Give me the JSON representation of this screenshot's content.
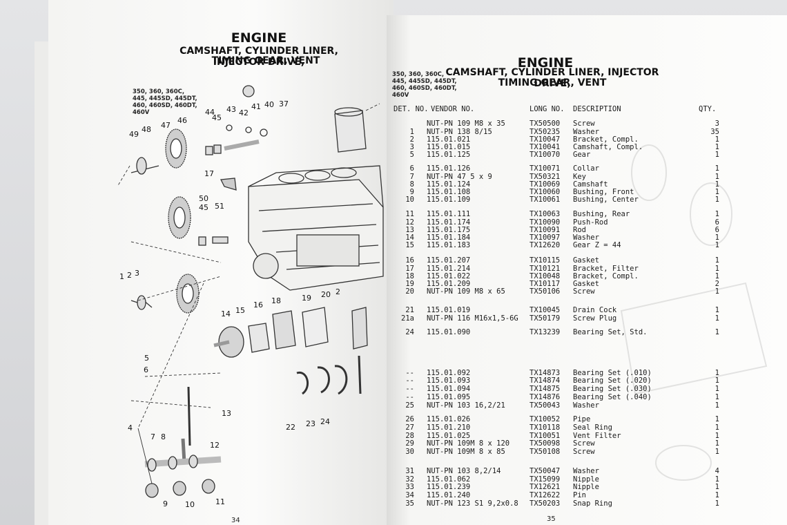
{
  "left_page": {
    "title": "ENGINE",
    "subtitle_1": "CAMSHAFT, CYLINDER LINER, INJECTOR DRIVE,",
    "subtitle_2": "TIMING GEAR, VENT",
    "models": "350, 360, 360C,\n445, 445SD, 445DT,\n460, 460SD, 460DT,\n460V",
    "page_number": "34",
    "callouts": [
      "49",
      "48",
      "47",
      "46",
      "44",
      "45",
      "43",
      "42",
      "41",
      "40",
      "37",
      "17",
      "50",
      "45",
      "51",
      "1",
      "2",
      "3",
      "19",
      "20",
      "2",
      "18",
      "16",
      "15",
      "14",
      "5",
      "6",
      "13",
      "4",
      "7",
      "8",
      "12",
      "22",
      "23",
      "24",
      "9",
      "10",
      "11"
    ]
  },
  "right_page": {
    "title": "ENGINE",
    "subtitle_1": "CAMSHAFT, CYLINDER LINER, INJECTOR DRIVE,",
    "subtitle_2": "TIMING GEAR, VENT",
    "models": "350, 360, 360C,\n445, 445SD, 445DT,\n460, 460SD, 460DT,\n460V",
    "page_number": "35",
    "headers": {
      "det": "DET. NO.",
      "vendor": "VENDOR NO.",
      "long": "LONG NO.",
      "desc": "DESCRIPTION",
      "qty": "QTY."
    },
    "parts": [
      {
        "det": "",
        "vendor": "NUT-PN 109 M8 x 35",
        "long": "TX50500",
        "desc": "Screw",
        "qty": "3"
      },
      {
        "det": "1",
        "vendor": "NUT-PN 138 8/15",
        "long": "TX50235",
        "desc": "Washer",
        "qty": "35"
      },
      {
        "det": "2",
        "vendor": "115.01.021",
        "long": "TX10047",
        "desc": "Bracket, Compl.",
        "qty": "1"
      },
      {
        "det": "3",
        "vendor": "115.01.015",
        "long": "TX10041",
        "desc": "Camshaft, Compl.",
        "qty": "1"
      },
      {
        "det": "5",
        "vendor": "115.01.125",
        "long": "TX10070",
        "desc": "Gear",
        "qty": "1"
      },
      {
        "det": "6",
        "vendor": "115.01.126",
        "long": "TX10071",
        "desc": "Collar",
        "qty": "1"
      },
      {
        "det": "7",
        "vendor": "NUT-PN 47 5 x 9",
        "long": "TX50321",
        "desc": "Key",
        "qty": "1"
      },
      {
        "det": "8",
        "vendor": "115.01.124",
        "long": "TX10069",
        "desc": "Camshaft",
        "qty": "1"
      },
      {
        "det": "9",
        "vendor": "115.01.108",
        "long": "TX10060",
        "desc": "Bushing, Front",
        "qty": "1"
      },
      {
        "det": "10",
        "vendor": "115.01.109",
        "long": "TX10061",
        "desc": "Bushing, Center",
        "qty": "1"
      },
      {
        "det": "11",
        "vendor": "115.01.111",
        "long": "TX10063",
        "desc": "Bushing, Rear",
        "qty": "1"
      },
      {
        "det": "12",
        "vendor": "115.01.174",
        "long": "TX10090",
        "desc": "Push-Rod",
        "qty": "6"
      },
      {
        "det": "13",
        "vendor": "115.01.175",
        "long": "TX10091",
        "desc": "Rod",
        "qty": "6"
      },
      {
        "det": "14",
        "vendor": "115.01.184",
        "long": "TX10097",
        "desc": "Washer",
        "qty": "1"
      },
      {
        "det": "15",
        "vendor": "115.01.183",
        "long": "TX12620",
        "desc": "Gear Z = 44",
        "qty": "1"
      },
      {
        "det": "16",
        "vendor": "115.01.207",
        "long": "TX10115",
        "desc": "Gasket",
        "qty": "1"
      },
      {
        "det": "17",
        "vendor": "115.01.214",
        "long": "TX10121",
        "desc": "Bracket, Filter",
        "qty": "1"
      },
      {
        "det": "18",
        "vendor": "115.01.022",
        "long": "TX10048",
        "desc": "Bracket, Compl.",
        "qty": "1"
      },
      {
        "det": "19",
        "vendor": "115.01.209",
        "long": "TX10117",
        "desc": "Gasket",
        "qty": "2"
      },
      {
        "det": "20",
        "vendor": "NUT-PN 109 M8 x 65",
        "long": "TX50106",
        "desc": "Screw",
        "qty": "1"
      },
      {
        "det": "21",
        "vendor": "115.01.019",
        "long": "TX10045",
        "desc": "Drain Cock",
        "qty": "1"
      },
      {
        "det": "21a",
        "vendor": "NUT-PN 116 M16x1,5-6G",
        "long": "TX50179",
        "desc": "Screw Plug",
        "qty": "1"
      },
      {
        "det": "24",
        "vendor": "115.01.090",
        "long": "TX13239",
        "desc": "Bearing Set, Std.",
        "qty": "1"
      },
      {
        "det": "--",
        "vendor": "115.01.092",
        "long": "TX14873",
        "desc": "Bearing Set (.010)",
        "qty": "1"
      },
      {
        "det": "--",
        "vendor": "115.01.093",
        "long": "TX14874",
        "desc": "Bearing Set (.020)",
        "qty": "1"
      },
      {
        "det": "--",
        "vendor": "115.01.094",
        "long": "TX14875",
        "desc": "Bearing Set (.030)",
        "qty": "1"
      },
      {
        "det": "--",
        "vendor": "115.01.095",
        "long": "TX14876",
        "desc": "Bearing Set (.040)",
        "qty": "1"
      },
      {
        "det": "25",
        "vendor": "NUT-PN 103 16,2/21",
        "long": "TX50043",
        "desc": "Washer",
        "qty": "1"
      },
      {
        "det": "26",
        "vendor": "115.01.026",
        "long": "TX10052",
        "desc": "Pipe",
        "qty": "1"
      },
      {
        "det": "27",
        "vendor": "115.01.210",
        "long": "TX10118",
        "desc": "Seal Ring",
        "qty": "1"
      },
      {
        "det": "28",
        "vendor": "115.01.025",
        "long": "TX10051",
        "desc": "Vent Filter",
        "qty": "1"
      },
      {
        "det": "29",
        "vendor": "NUT-PN 109M 8 x 120",
        "long": "TX50098",
        "desc": "Screw",
        "qty": "1"
      },
      {
        "det": "30",
        "vendor": "NUT-PN 109M 8 x 85",
        "long": "TX50108",
        "desc": "Screw",
        "qty": "1"
      },
      {
        "det": "31",
        "vendor": "NUT-PN 103 8,2/14",
        "long": "TX50047",
        "desc": "Washer",
        "qty": "4"
      },
      {
        "det": "32",
        "vendor": "115.01.062",
        "long": "TX15099",
        "desc": "Nipple",
        "qty": "1"
      },
      {
        "det": "33",
        "vendor": "115.01.239",
        "long": "TX12621",
        "desc": "Nipple",
        "qty": "1"
      },
      {
        "det": "34",
        "vendor": "115.01.240",
        "long": "TX12622",
        "desc": "Pin",
        "qty": "1"
      },
      {
        "det": "35",
        "vendor": "NUT-PN 123 S1 9,2x0.8",
        "long": "TX50203",
        "desc": "Snap Ring",
        "qty": "1"
      }
    ]
  }
}
